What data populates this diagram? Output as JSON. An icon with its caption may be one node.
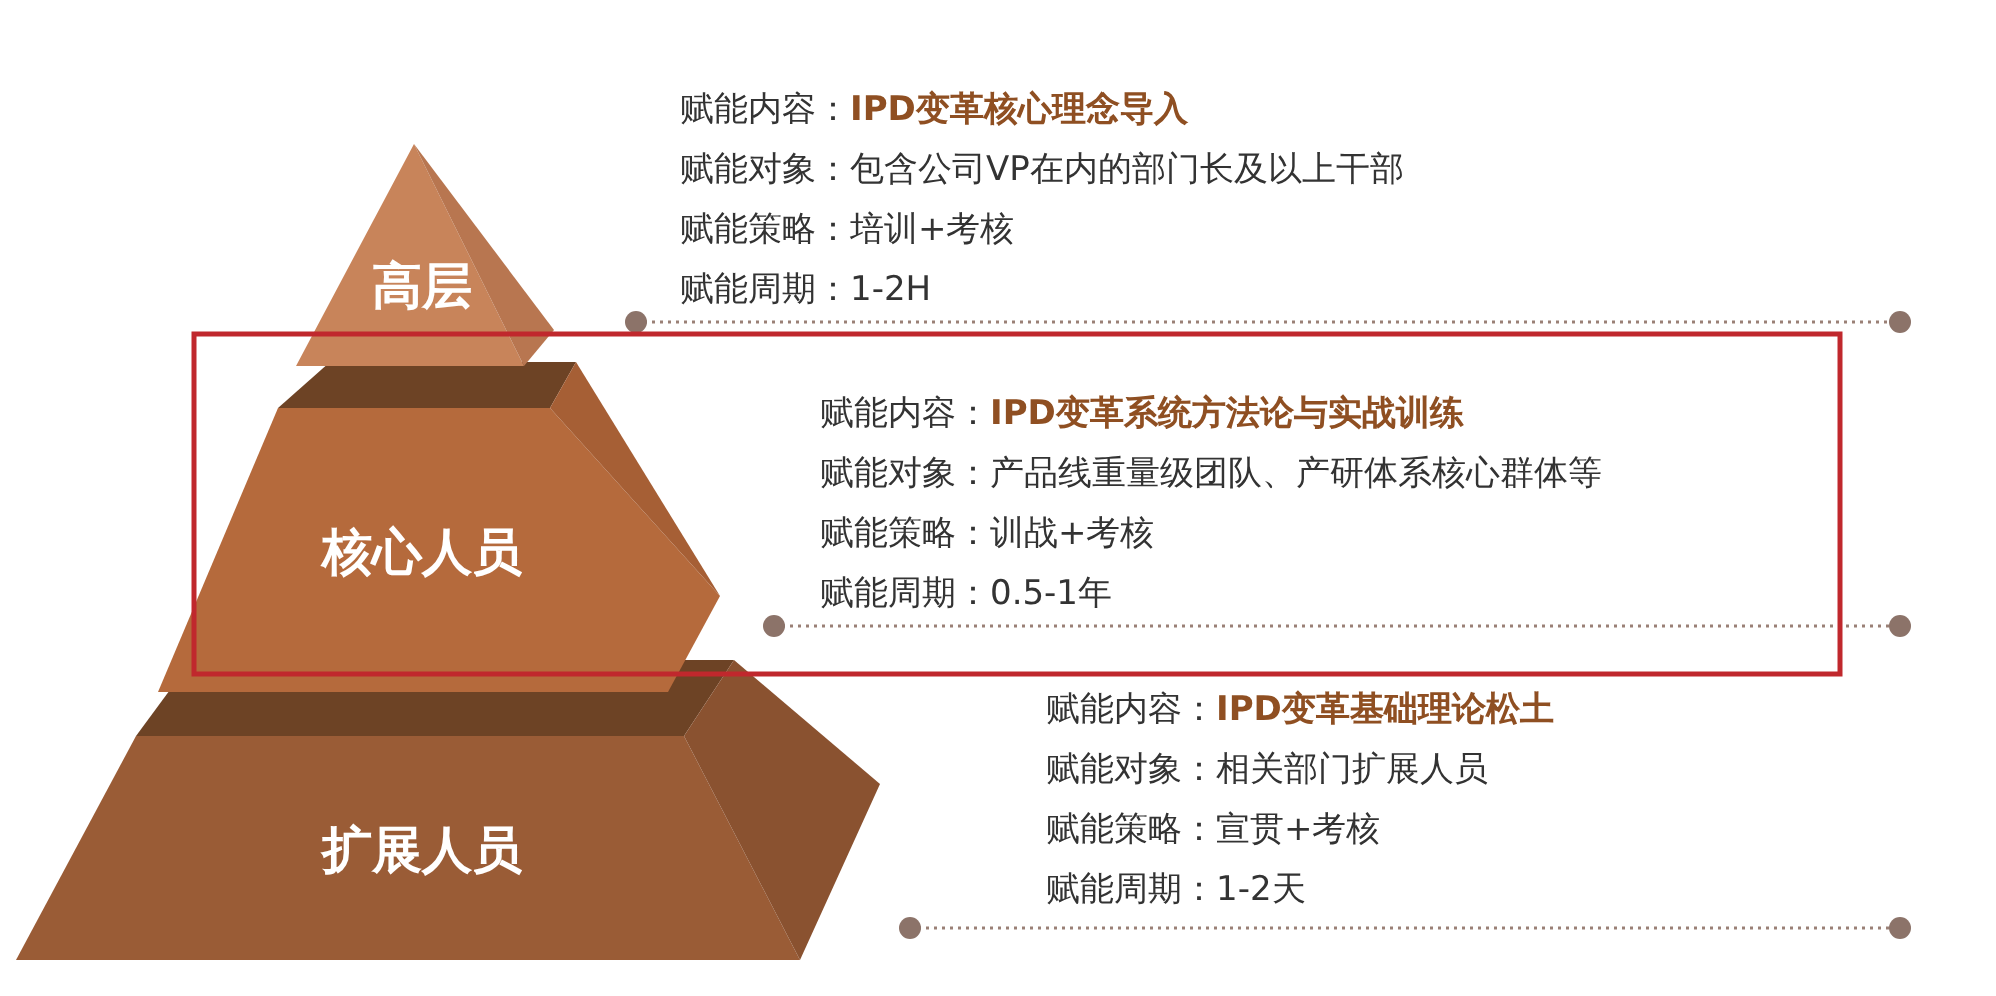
{
  "diagram": {
    "nodes": [
      {
        "text": [
          "高层"
        ],
        "beside": [
          "赋能内容：**IPD变革核心理念导入**",
          "赋能对象：包含公司VP在内的部门长及以上干部",
          "赋能策略：培训+考核",
          "赋能周期：1-2H"
        ]
      },
      {
        "text": [
          "核心人员"
        ],
        "beside": [
          "赋能内容：**IPD变革系统方法论与实战训练**",
          "赋能对象：产品线重量级团队、产研体系核心群体等",
          "赋能策略：训战+考核",
          "赋能周期：0.5-1年"
        ]
      },
      {
        "text": [
          "扩展人员"
        ],
        "beside": [
          "赋能内容：**IPD变革基础理论松土**",
          "赋能对象：相关部门扩展人员",
          "赋能策略：宣贯+考核",
          "赋能周期：1-2天"
        ]
      }
    ]
  }
}
